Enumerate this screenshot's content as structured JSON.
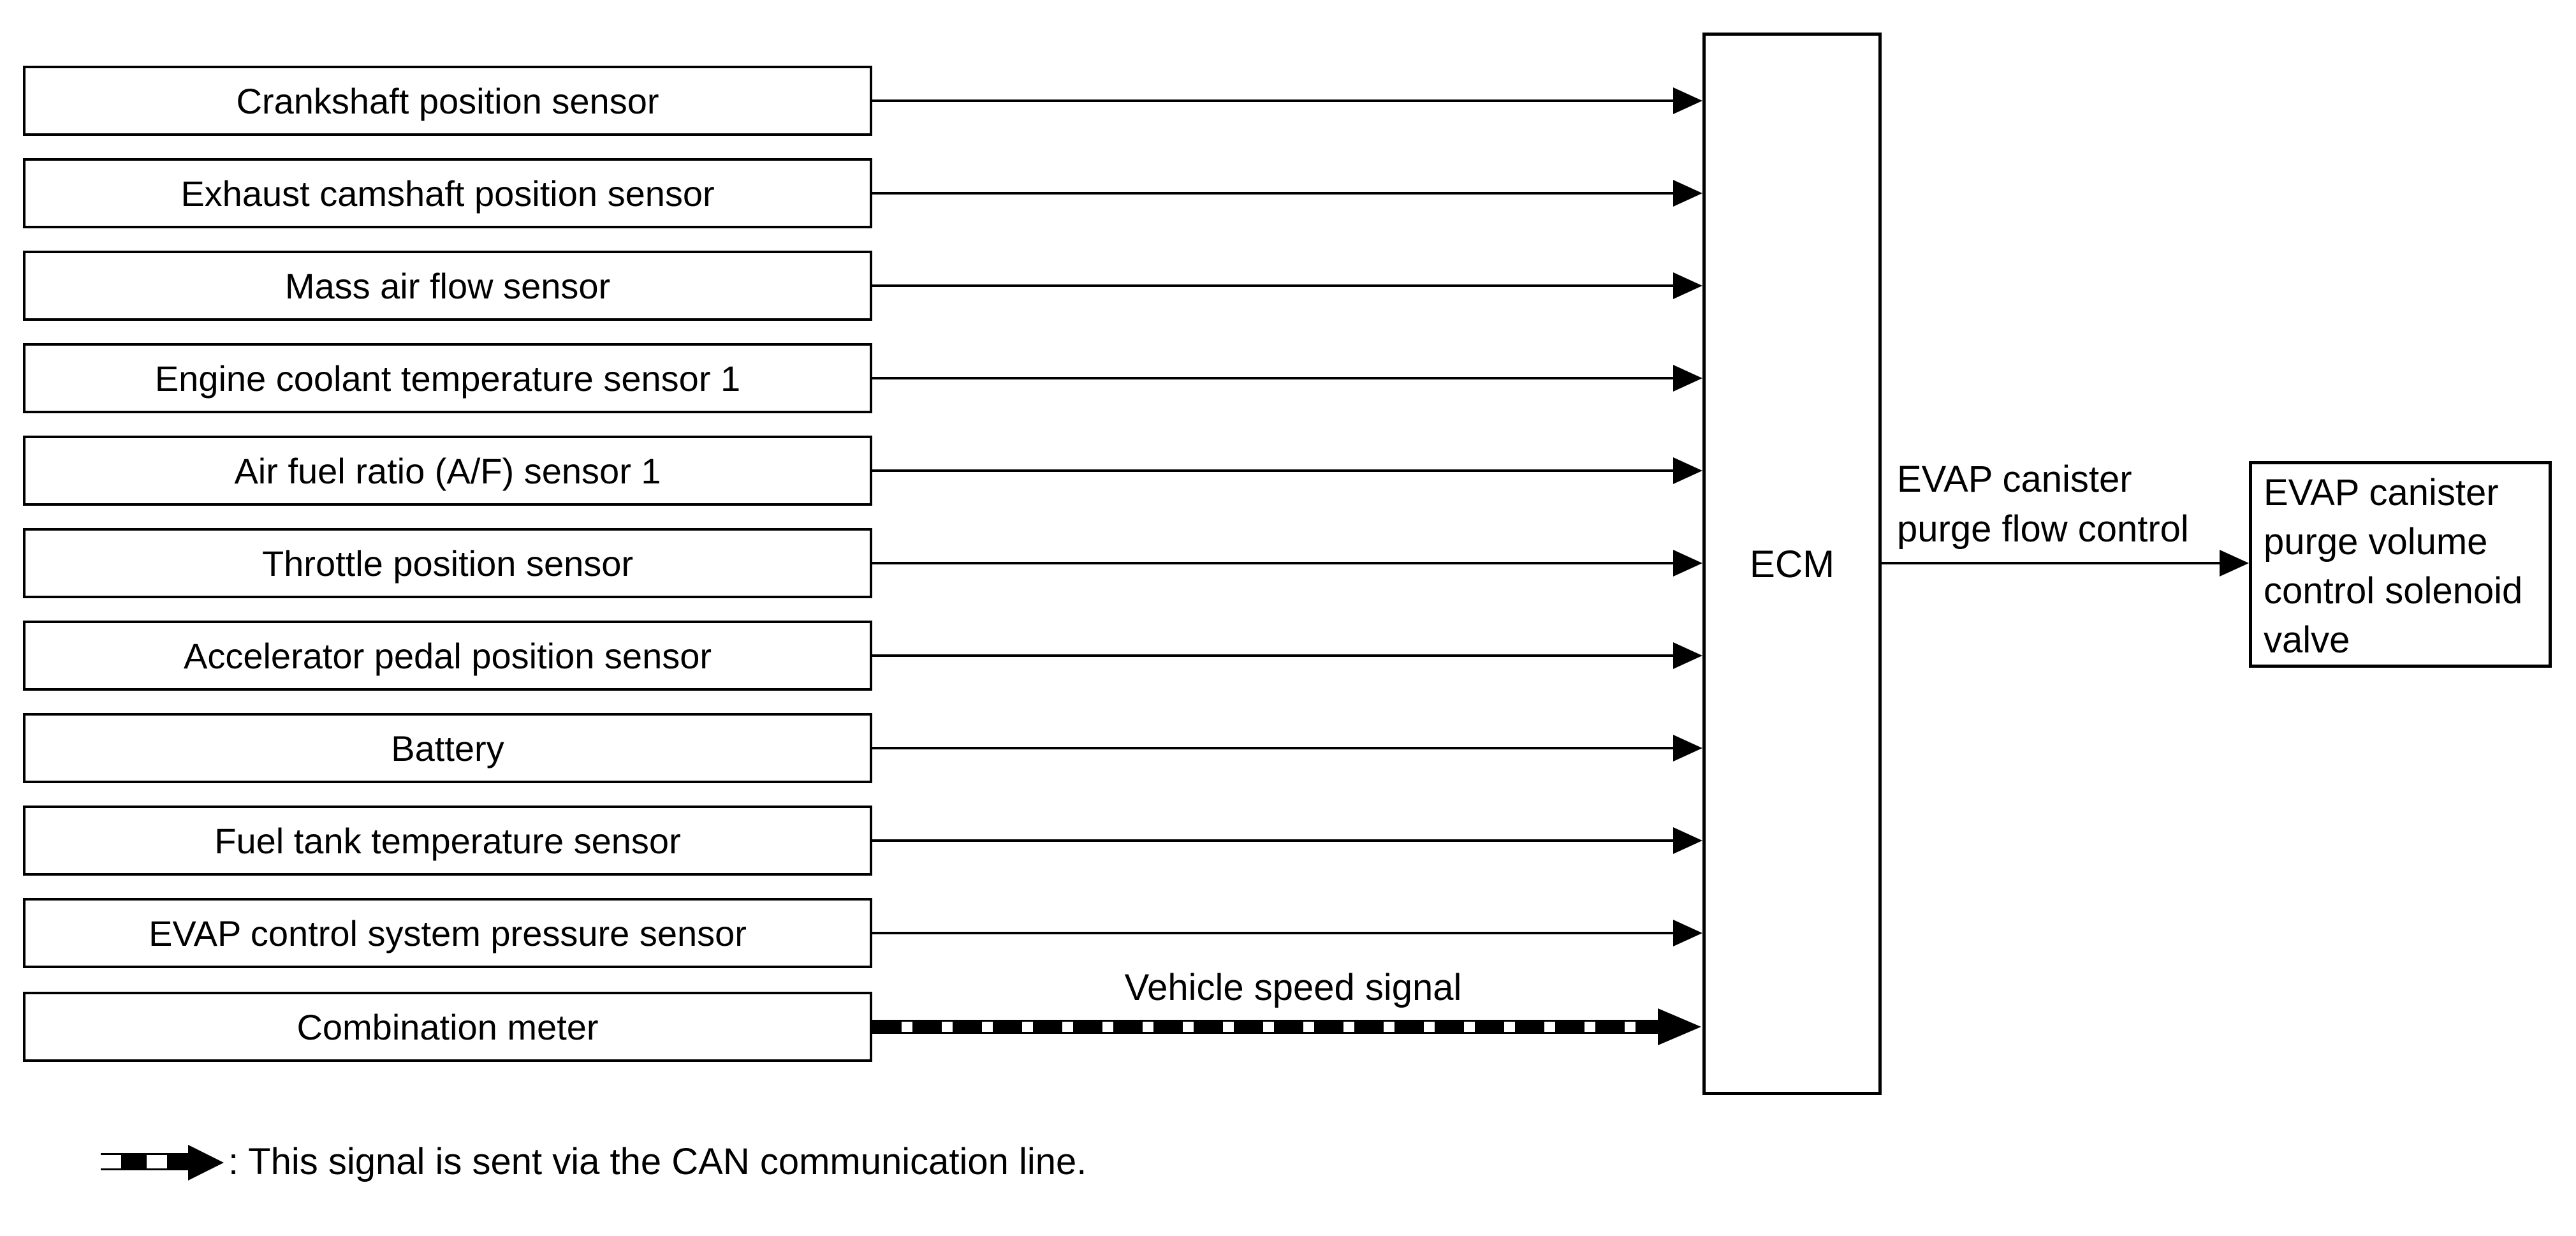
{
  "diagram": {
    "colors": {
      "line": "#000000",
      "background": "#ffffff"
    },
    "inputs": [
      "Crankshaft position sensor",
      "Exhaust camshaft position sensor",
      "Mass air flow sensor",
      "Engine coolant temperature sensor 1",
      "Air fuel ratio (A/F) sensor 1",
      "Throttle position sensor",
      "Accelerator pedal position sensor",
      "Battery",
      "Fuel tank temperature sensor",
      "EVAP control system pressure sensor",
      "Combination meter"
    ],
    "ecm_label": "ECM",
    "vehicle_speed_label": "Vehicle speed signal",
    "output_label": {
      "line1": "EVAP canister",
      "line2": "purge flow control"
    },
    "output_box_lines": [
      "EVAP canister",
      "purge volume",
      "control solenoid",
      "valve"
    ],
    "legend_text": ": This signal is sent via the CAN communication line."
  }
}
